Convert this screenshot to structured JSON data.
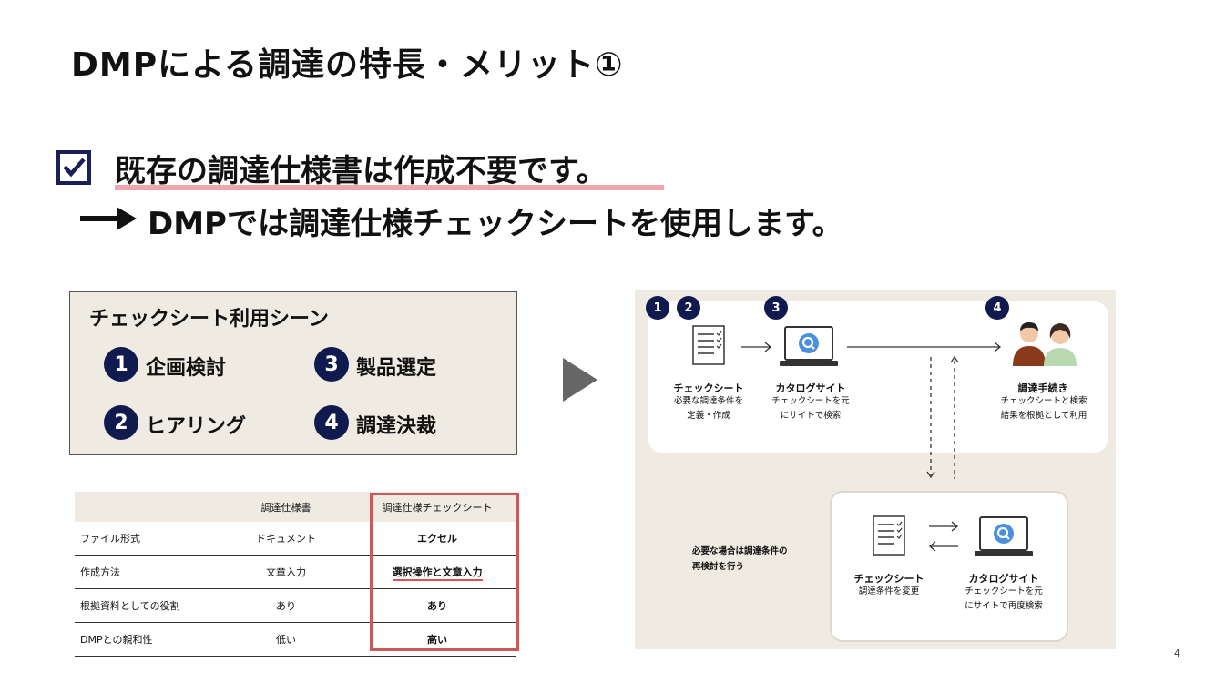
{
  "slide": {
    "title": "DMPによる調達の特長・メリット①",
    "point1": "既存の調達仕様書は作成不要です。",
    "point2": "DMPでは調達仕様チェックシートを使用します。",
    "page_number": "4"
  },
  "scenes": {
    "title": "チェックシート利用シーン",
    "items": [
      {
        "num": "1",
        "label": "企画検討"
      },
      {
        "num": "2",
        "label": "ヒアリング"
      },
      {
        "num": "3",
        "label": "製品選定"
      },
      {
        "num": "4",
        "label": "調達決裁"
      }
    ]
  },
  "table": {
    "headers": [
      "",
      "調達仕様書",
      "調達仕様チェックシート"
    ],
    "rows": [
      [
        "ファイル形式",
        "ドキュメント",
        "エクセル"
      ],
      [
        "作成方法",
        "文章入力",
        "選択操作と文章入力"
      ],
      [
        "根拠資料としての役割",
        "あり",
        "あり"
      ],
      [
        "DMPとの親和性",
        "低い",
        "高い"
      ]
    ]
  },
  "diagram": {
    "nums": [
      "1",
      "2",
      "3",
      "4"
    ],
    "checksheet_label": "チェックシート",
    "checksheet_sub1": "必要な調達条件を",
    "checksheet_sub2": "定義・作成",
    "catalog_label": "カタログサイト",
    "catalog_sub1": "チェックシートを元",
    "catalog_sub2": "にサイトで検索",
    "procure_label": "調達手続き",
    "procure_sub1": "チェックシートと検索",
    "procure_sub2": "結果を根拠として利用",
    "recheck_1": "必要な場合は調達条件の",
    "recheck_2": "再検討を行う",
    "bot_check_label": "チェックシート",
    "bot_check_sub": "調達条件を変更",
    "bot_catalog_label": "カタログサイト",
    "bot_catalog_sub1": "チェックシートを元",
    "bot_catalog_sub2": "にサイトで再度検索"
  },
  "colors": {
    "navy": "#111a4e",
    "beige": "#efebe3",
    "red": "#c95a5a",
    "pink": "#f2a6b2",
    "search_blue": "#4a8fe0"
  }
}
